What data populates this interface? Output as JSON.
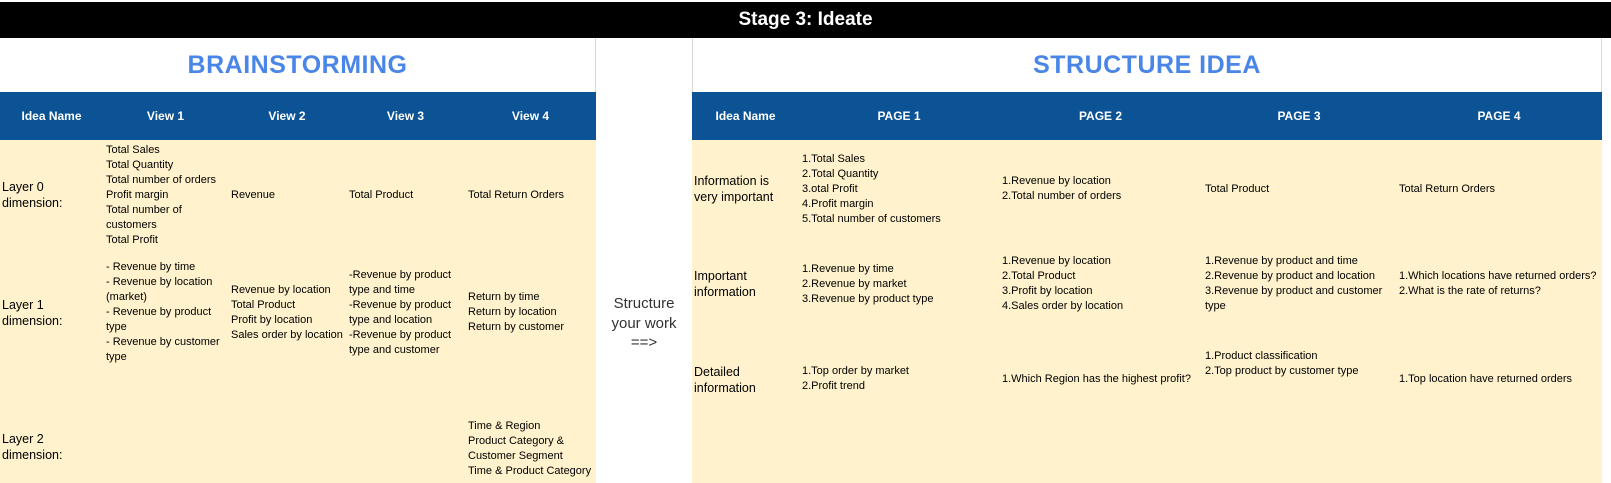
{
  "stage_title": "Stage 3: Ideate",
  "brainstorming": {
    "title": "BRAINSTORMING",
    "headers": [
      "Idea Name",
      "View 1",
      "View 2",
      "View 3",
      "View 4"
    ],
    "rows": [
      {
        "name": "Layer 0 dimension:",
        "cells": [
          [
            "Total Sales",
            "Total Quantity",
            "Total number of orders",
            "Profit margin",
            "Total number of customers",
            "Total Profit"
          ],
          [
            "Revenue"
          ],
          [
            "Total Product"
          ],
          [
            "Total Return Orders"
          ]
        ]
      },
      {
        "name": "Layer 1 dimension:",
        "cells": [
          [
            "- Revenue by time",
            "- Revenue by location (market)",
            "- Revenue by product type",
            "- Revenue by customer type"
          ],
          [
            "Revenue by location",
            "Total Product",
            "Profit by location",
            "Sales order by location"
          ],
          [
            "-Revenue by product type and time",
            "-Revenue by product type and location",
            "-Revenue by product type and customer"
          ],
          [
            "Return by time",
            "Return by location",
            "Return by customer"
          ]
        ]
      },
      {
        "name": "Layer 2 dimension:",
        "cells": [
          [],
          [],
          [],
          [
            "Time & Region",
            "Product Category & Customer Segment",
            "Time & Product Category"
          ]
        ]
      }
    ]
  },
  "middle": {
    "lines": [
      "Structure",
      "your work",
      "==>"
    ]
  },
  "structure_idea": {
    "title": "STRUCTURE IDEA",
    "headers": [
      "Idea Name",
      "PAGE 1",
      "PAGE 2",
      "PAGE 3",
      "PAGE 4"
    ],
    "rows": [
      {
        "name": "Information is very important",
        "cells": [
          [
            "1.Total Sales",
            "2.Total Quantity",
            "3.otal Profit",
            "4.Profit margin",
            "5.Total number of customers"
          ],
          [
            "1.Revenue by location",
            "2.Total number of orders"
          ],
          [
            "Total Product"
          ],
          [
            "Total Return Orders"
          ]
        ]
      },
      {
        "name": "Important information",
        "cells": [
          [
            "1.Revenue by time",
            "2.Revenue by market",
            "3.Revenue by product type"
          ],
          [
            "1.Revenue by location",
            "2.Total Product",
            "3.Profit by location",
            "4.Sales order by location"
          ],
          [
            "1.Revenue by product and time",
            "2.Revenue by product and location",
            "3.Revenue by product and customer type"
          ],
          [
            "1.Which locations have returned orders?",
            "2.What is the rate of returns?"
          ]
        ]
      },
      {
        "name": "Detailed information",
        "cells": [
          [
            "1.Top order by market",
            "2.Profit trend"
          ],
          [
            "1.Which Region has the highest profit?"
          ],
          [
            "1.Product classification",
            "2.Top product by customer type"
          ],
          [
            "1.Top location have returned orders"
          ]
        ]
      }
    ]
  },
  "colors": {
    "header_bg": "#0b5394",
    "title_blue": "#4a86e8",
    "cell_bg": "#fff2cc",
    "stage_bar": "#000000"
  }
}
